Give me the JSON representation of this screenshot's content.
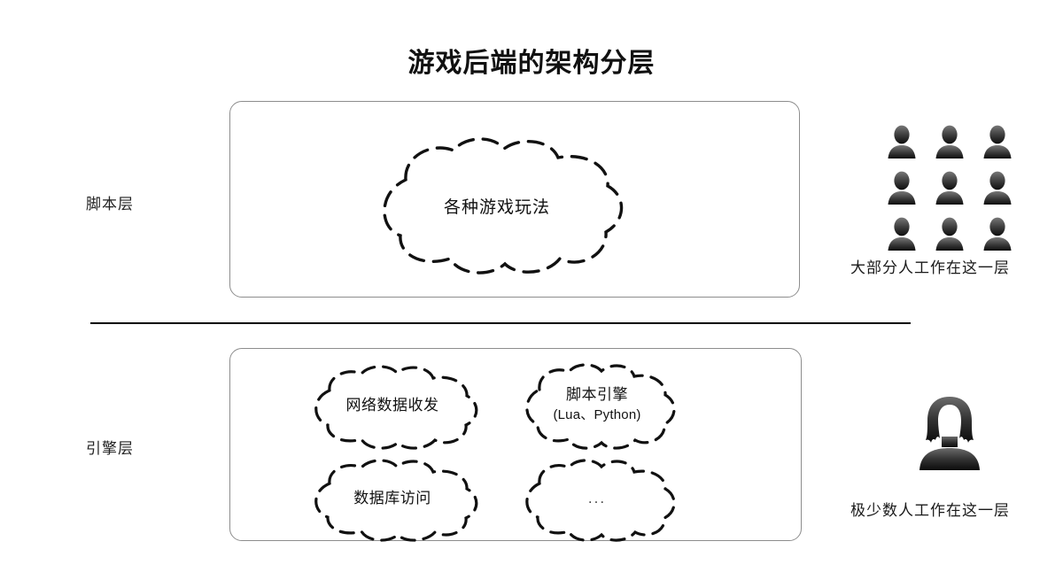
{
  "slide": {
    "title": "游戏后端的架构分层"
  },
  "layers": [
    {
      "id": "script-layer",
      "label": "脚本层",
      "clouds": [
        {
          "id": "gameplay",
          "line1": "各种游戏玩法",
          "line2": ""
        }
      ],
      "people": {
        "icon": "person-icon",
        "count": 9,
        "caption": "大部分人工作在这一层"
      }
    },
    {
      "id": "engine-layer",
      "label": "引擎层",
      "clouds": [
        {
          "id": "network",
          "line1": "网络数据收发",
          "line2": ""
        },
        {
          "id": "script-engine",
          "line1": "脚本引擎",
          "line2": "(Lua、Python)"
        },
        {
          "id": "database",
          "line1": "数据库访问",
          "line2": ""
        },
        {
          "id": "etc",
          "line1": "...",
          "line2": ""
        }
      ],
      "people": {
        "icon": "woman-person-icon",
        "count": 1,
        "caption": "极少数人工作在这一层"
      }
    }
  ],
  "colors": {
    "background": "#ffffff",
    "text": "#1a1a1a",
    "box_border": "#8d8d8d",
    "divider": "#000000",
    "cloud_stroke": "#111111",
    "person_dark": "#141414",
    "person_light": "#6d6d6d"
  }
}
